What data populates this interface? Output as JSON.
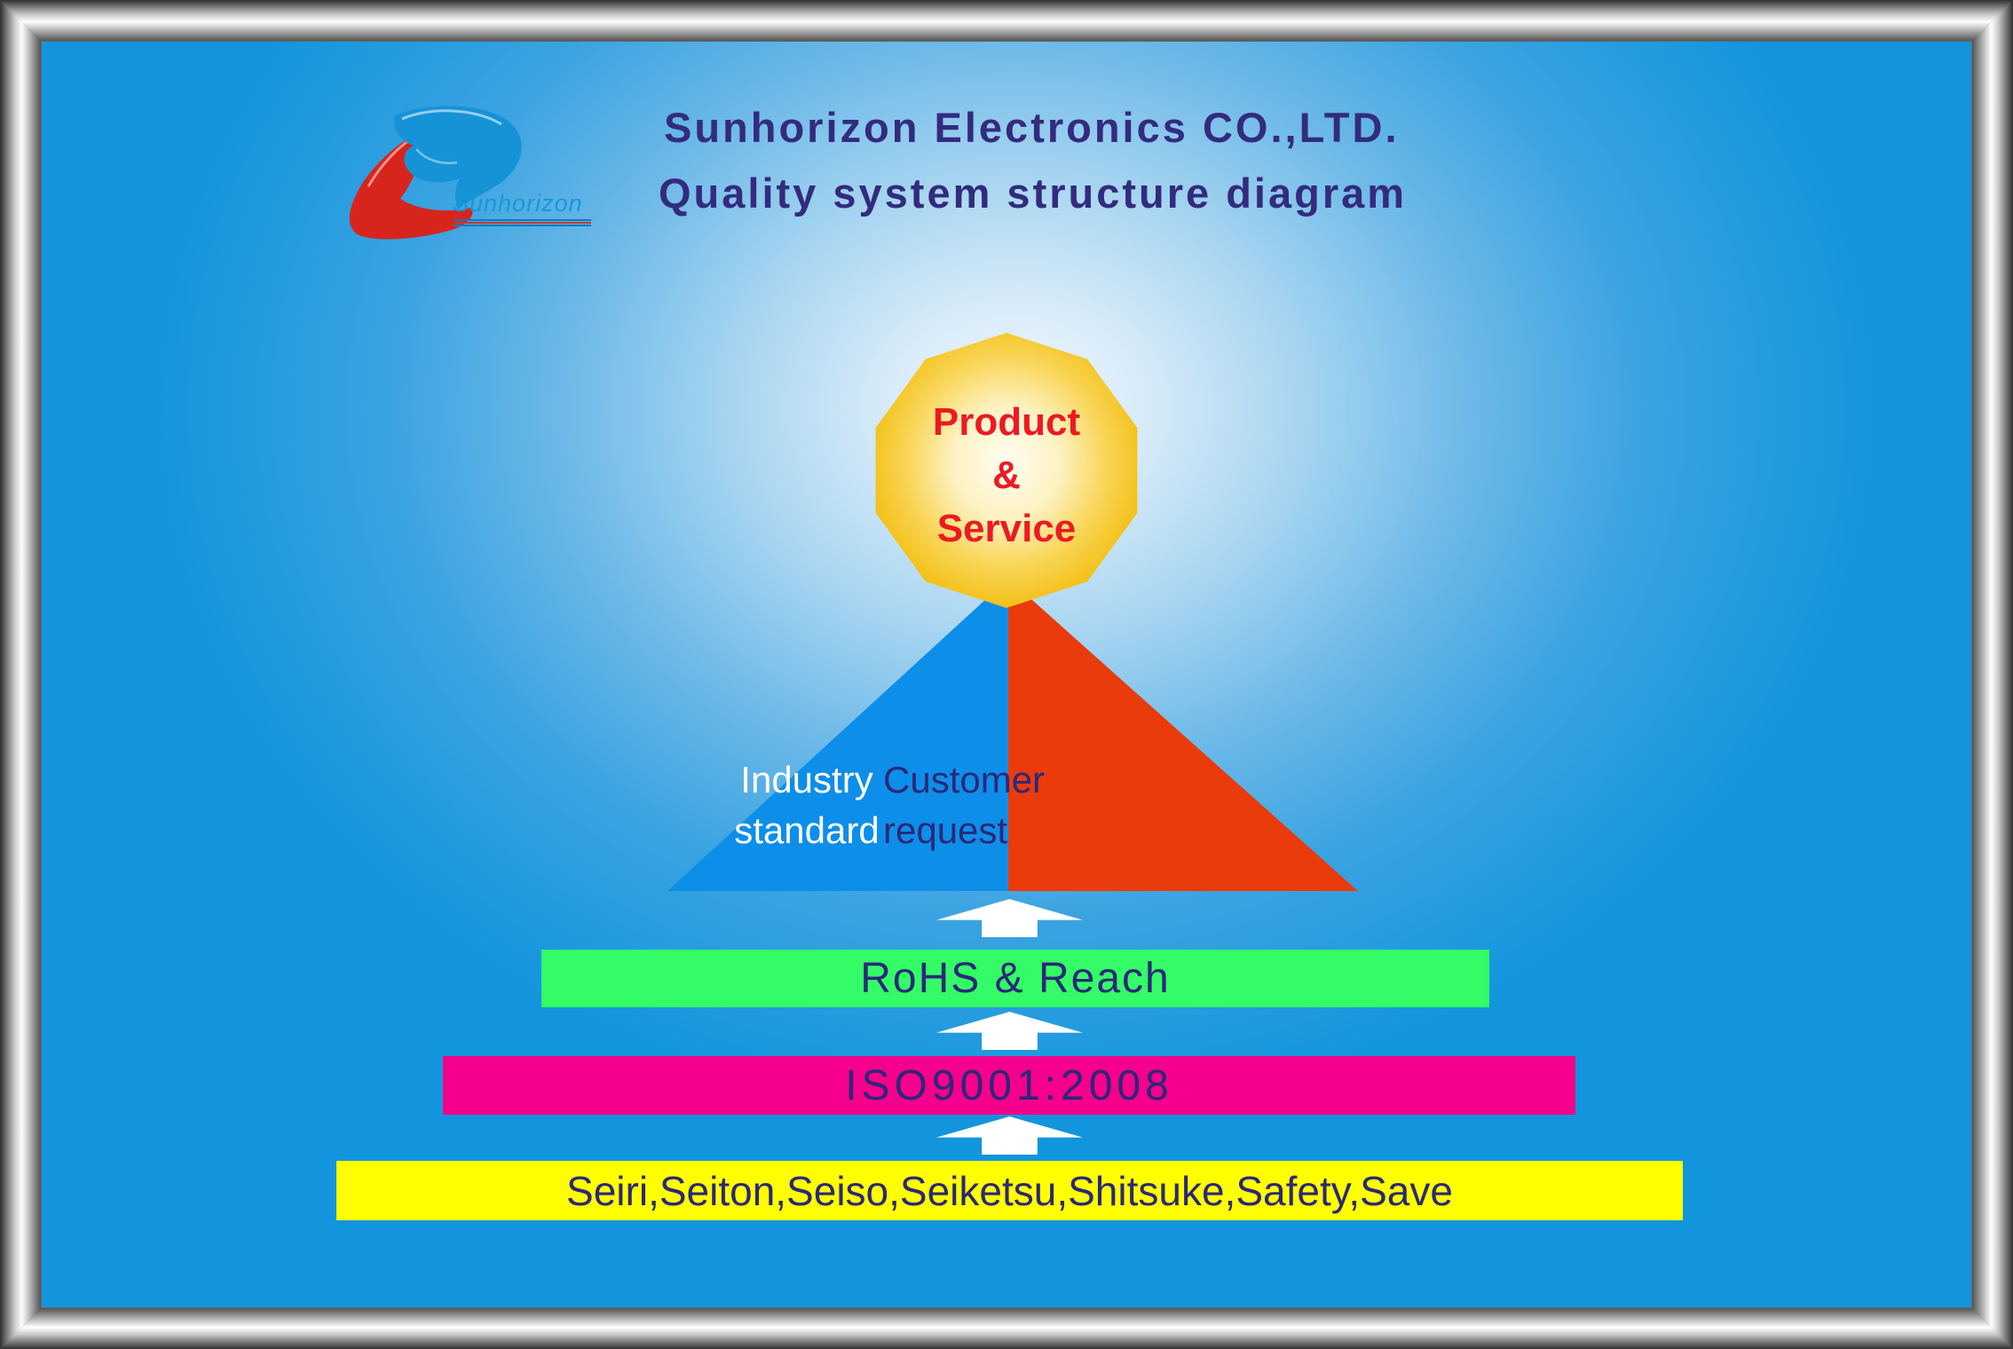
{
  "header": {
    "company_title": "Sunhorizon Electronics CO.,LTD.",
    "diagram_title": "Quality system structure diagram",
    "title_color": "#332b7e"
  },
  "logo": {
    "brand": "Sunhorizon",
    "wordmark_color": "#1798d8",
    "swoosh_red": "#d7251d",
    "swoosh_blue": "#1593d6"
  },
  "pyramid": {
    "apex_node": {
      "shape": "decagon",
      "fill": "#f4c31f",
      "text_color": "#ec1a23",
      "lines": [
        "Product",
        "&",
        "Service"
      ]
    },
    "triangle_left": {
      "fill": "#0d8ee9",
      "text_color": "#ffffff",
      "lines": [
        "Industry",
        "standard"
      ]
    },
    "triangle_right": {
      "fill": "#e93b0b",
      "text_color": "#2b2878",
      "lines": [
        "Customer",
        "request"
      ]
    },
    "bars": [
      {
        "id": "rohs",
        "label": "RoHS & Reach",
        "fill": "#33fc66",
        "text_color": "#2b2878"
      },
      {
        "id": "iso",
        "label": "ISO9001:2008",
        "fill": "#f4008c",
        "text_color": "#2b2878"
      },
      {
        "id": "5s",
        "label": "Seiri,Seiton,Seiso,Seiketsu,Shitsuke,Safety,Save",
        "fill": "#ffff00",
        "text_color": "#2b2878"
      }
    ],
    "arrow_color": "#ffffff"
  },
  "background": {
    "center_glow": "#f4fafe",
    "edge_blue": "#1295dd",
    "frame_style": "metallic-silver"
  }
}
